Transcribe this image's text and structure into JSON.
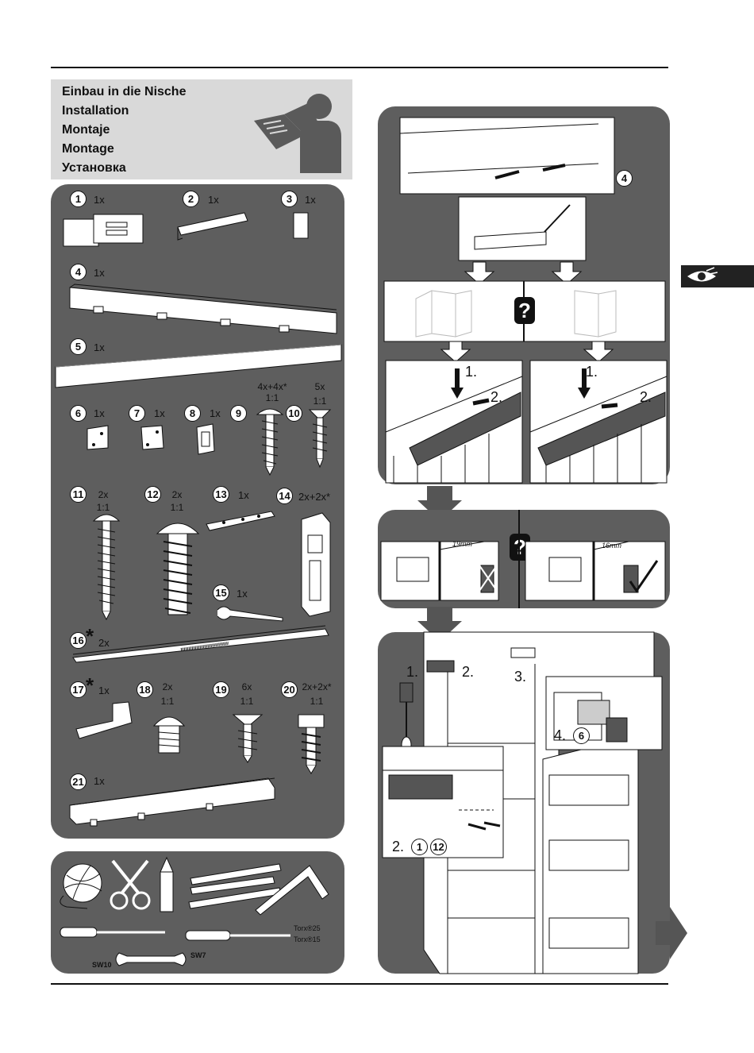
{
  "header": {
    "titles": [
      "Einbau in die Nische",
      "Installation",
      "Montaje",
      "Montage",
      "Установка"
    ]
  },
  "parts": [
    {
      "num": "1",
      "qty": "1x"
    },
    {
      "num": "2",
      "qty": "1x"
    },
    {
      "num": "3",
      "qty": "1x"
    },
    {
      "num": "4",
      "qty": "1x"
    },
    {
      "num": "5",
      "qty": "1x"
    },
    {
      "num": "6",
      "qty": "1x"
    },
    {
      "num": "7",
      "qty": "1x"
    },
    {
      "num": "8",
      "qty": "1x"
    },
    {
      "num": "9",
      "qty": "4x+4x*",
      "scale": "1:1"
    },
    {
      "num": "10",
      "qty": "5x",
      "scale": "1:1"
    },
    {
      "num": "11",
      "qty": "2x",
      "scale": "1:1"
    },
    {
      "num": "12",
      "qty": "2x",
      "scale": "1:1"
    },
    {
      "num": "13",
      "qty": "1x"
    },
    {
      "num": "14",
      "qty": "2x+2x*"
    },
    {
      "num": "15",
      "qty": "1x"
    },
    {
      "num": "16",
      "qty": "2x",
      "star": "*"
    },
    {
      "num": "17",
      "qty": "1x",
      "star": "*"
    },
    {
      "num": "18",
      "qty": "2x",
      "scale": "1:1"
    },
    {
      "num": "19",
      "qty": "6x",
      "scale": "1:1"
    },
    {
      "num": "20",
      "qty": "2x+2x*",
      "scale": "1:1"
    },
    {
      "num": "21",
      "qty": "1x"
    }
  ],
  "tools": {
    "torx1": "Torx®25",
    "torx2": "Torx®15",
    "sw1": "SW10",
    "sw2": "SW7"
  },
  "steps": {
    "callout_top": "4",
    "question": "?",
    "s1": "1.",
    "s2": "2.",
    "measure_left": "19mm",
    "measure_right": "16mm",
    "b1": "1.",
    "b2": "2.",
    "b3": "3.",
    "b4": "4.",
    "b4_part": "6",
    "b2_detail": "2.",
    "b2_part_a": "1",
    "b2_part_b": "12"
  }
}
